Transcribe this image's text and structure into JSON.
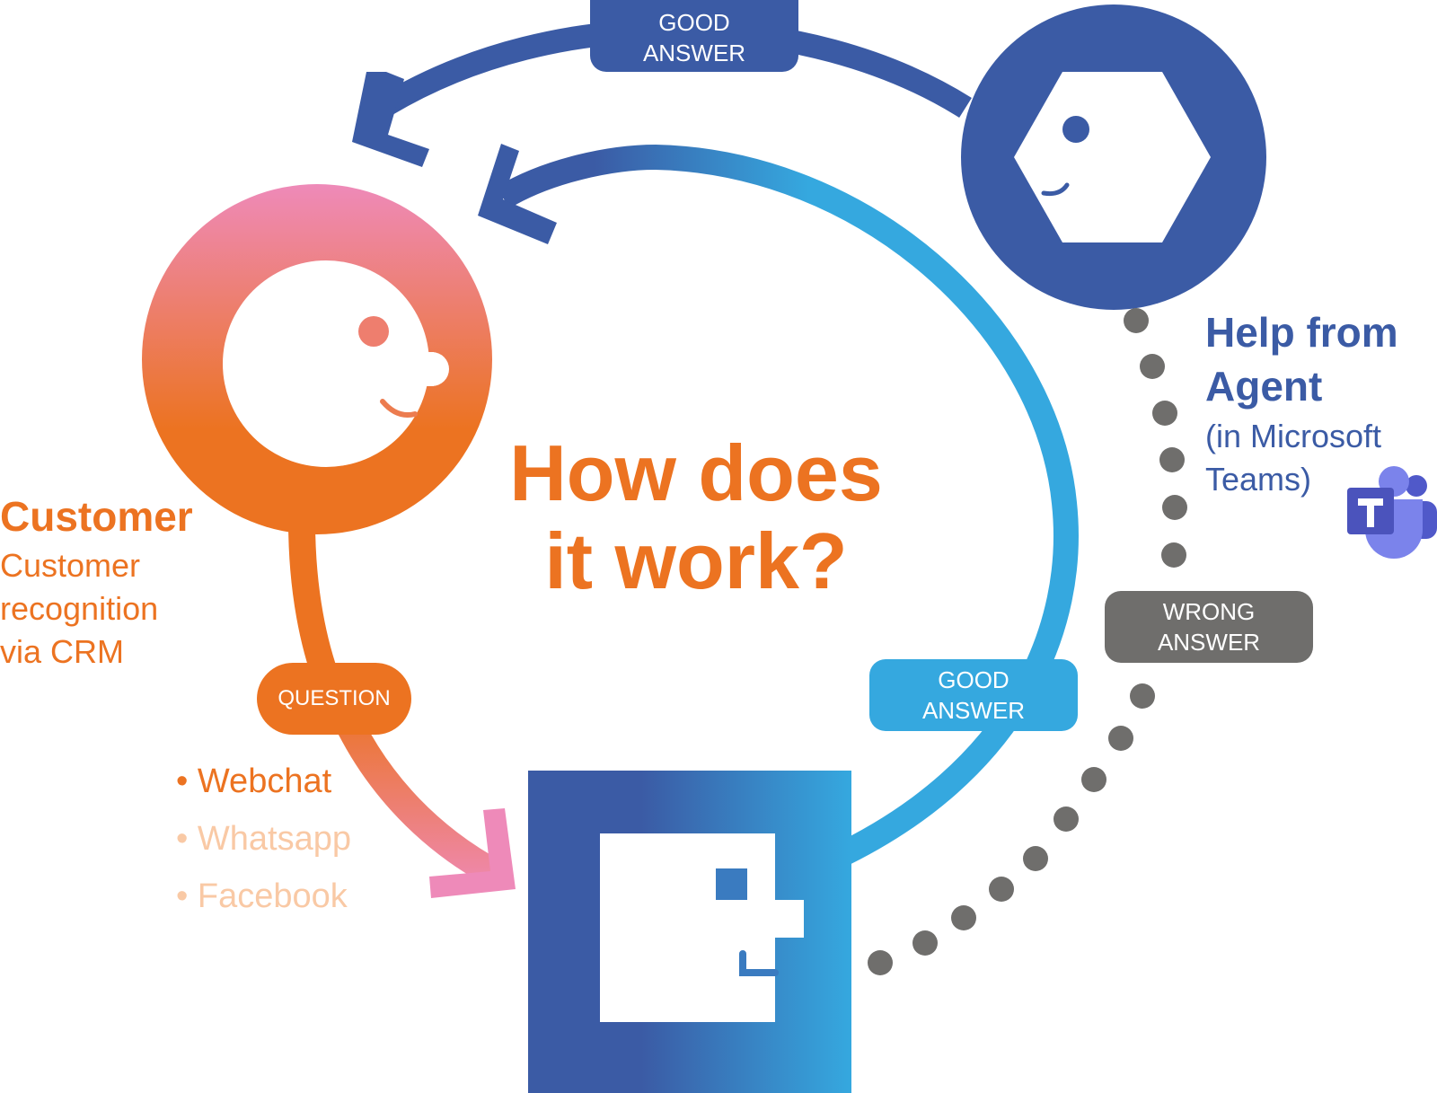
{
  "title": {
    "line1": "How does",
    "line2": "it work?"
  },
  "customer": {
    "heading": "Customer",
    "desc_lines": [
      "Customer",
      "recognition",
      "via CRM"
    ],
    "channels": [
      {
        "bullet": "•",
        "label": "Webchat",
        "active": true
      },
      {
        "bullet": "•",
        "label": "Whatsapp",
        "active": false
      },
      {
        "bullet": "•",
        "label": "Facebook",
        "active": false
      }
    ]
  },
  "agent": {
    "heading_lines": [
      "Help from",
      "Agent"
    ],
    "sub_lines": [
      "(in Microsoft",
      "Teams)"
    ],
    "app_icon": "microsoft-teams-icon"
  },
  "labels": {
    "question": "QUESTION",
    "good_answer_top": "GOOD\nANSWER",
    "good_answer_bot": "GOOD\nANSWER",
    "wrong_answer": "WRONG\nANSWER"
  },
  "icons": {
    "customer": "customer-face-icon",
    "bot": "chatbot-face-icon",
    "agent": "agent-face-icon"
  },
  "colors": {
    "orange": "#EC7321",
    "pink": "#EE8AB9",
    "dark_blue": "#3B5BA5",
    "light_blue": "#35A8DF",
    "gray": "#6F6E6C",
    "channel_inactive": "#F9C9A5",
    "teams_purple": "#5059C9"
  }
}
